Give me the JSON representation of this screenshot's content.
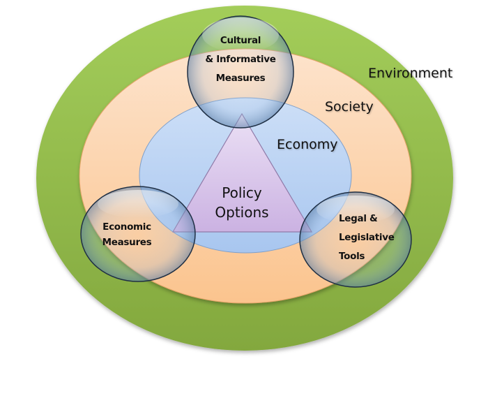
{
  "diagram": {
    "layers": [
      {
        "id": "environment",
        "label": "Environment",
        "color": "#8db544"
      },
      {
        "id": "society",
        "label": "Society",
        "color": "#fbcfa4"
      },
      {
        "id": "economy",
        "label": "Economy",
        "color": "#bcd3f3"
      }
    ],
    "center": {
      "line1": "Policy",
      "line2": "Options",
      "color": "#d9c6ea"
    },
    "bubbles": [
      {
        "id": "cultural",
        "lines": [
          "Cultural",
          "& Informative",
          "Measures"
        ]
      },
      {
        "id": "economic",
        "lines": [
          "Economic",
          "Measures"
        ]
      },
      {
        "id": "legal",
        "lines": [
          "Legal &",
          "Legislative",
          "Tools"
        ]
      }
    ]
  }
}
